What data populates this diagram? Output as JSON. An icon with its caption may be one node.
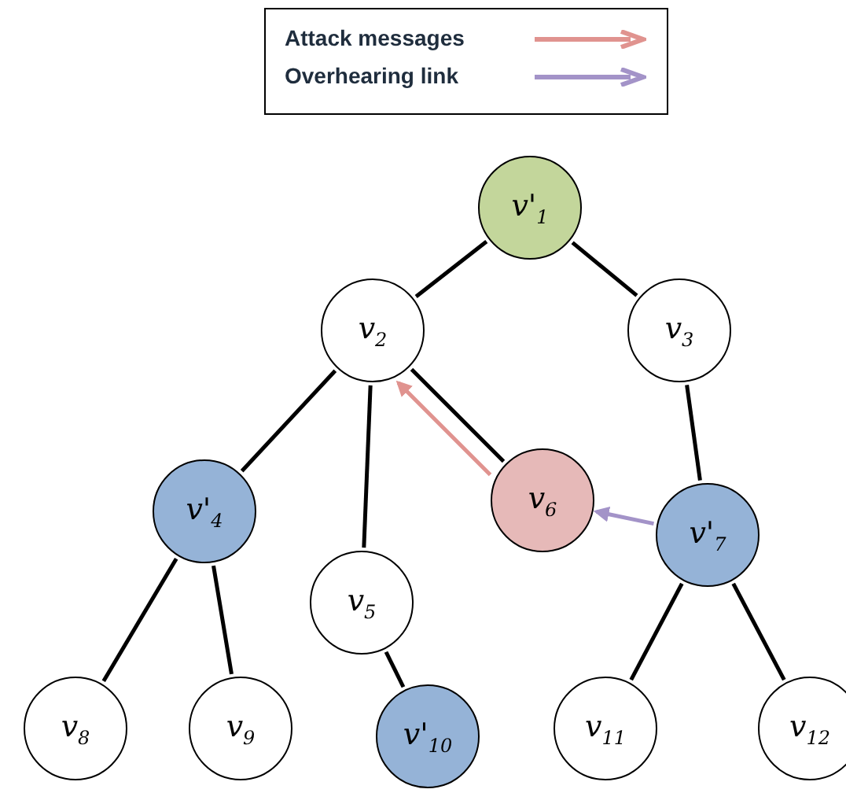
{
  "diagram": {
    "nodes": [
      {
        "text": [
          "v'$_{1}$"
        ]
      },
      {
        "text": [
          "v$_{2}$"
        ]
      },
      {
        "text": [
          "v$_{3}$"
        ]
      },
      {
        "text": [
          "v'$_{4}$"
        ]
      },
      {
        "text": [
          "v$_{5}$"
        ]
      },
      {
        "text": [
          "v$_{6}$"
        ]
      },
      {
        "text": [
          "v'$_{7}$"
        ]
      },
      {
        "text": [
          "v$_{8}$"
        ]
      },
      {
        "text": [
          "v$_{9}$"
        ]
      },
      {
        "text": [
          "v'$_{10}$"
        ]
      },
      {
        "text": [
          "v$_{11}$"
        ]
      },
      {
        "text": [
          "v$_{12}$"
        ]
      }
    ],
    "edges": [
      {
        "from": 0,
        "to": 1,
        "arrow": "none"
      },
      {
        "from": 0,
        "to": 2,
        "arrow": "none"
      },
      {
        "from": 1,
        "to": 3,
        "arrow": "none"
      },
      {
        "from": 1,
        "to": 4,
        "arrow": "none"
      },
      {
        "from": 1,
        "to": 5,
        "arrow": "none"
      },
      {
        "from": 2,
        "to": 6,
        "arrow": "none"
      },
      {
        "from": 3,
        "to": 7,
        "arrow": "none"
      },
      {
        "from": 3,
        "to": 8,
        "arrow": "none"
      },
      {
        "from": 4,
        "to": 9,
        "arrow": "none"
      },
      {
        "from": 6,
        "to": 10,
        "arrow": "none"
      },
      {
        "from": 6,
        "to": 11,
        "arrow": "none"
      },
      {
        "from": 5,
        "to": 1,
        "arrow": "to",
        "color": "#e0938f"
      },
      {
        "from": 6,
        "to": 5,
        "arrow": "to",
        "color": "#a393c8"
      }
    ],
    "legend": [
      {
        "text": "Attack messages"
      },
      {
        "text": "Overhearing link"
      }
    ]
  }
}
